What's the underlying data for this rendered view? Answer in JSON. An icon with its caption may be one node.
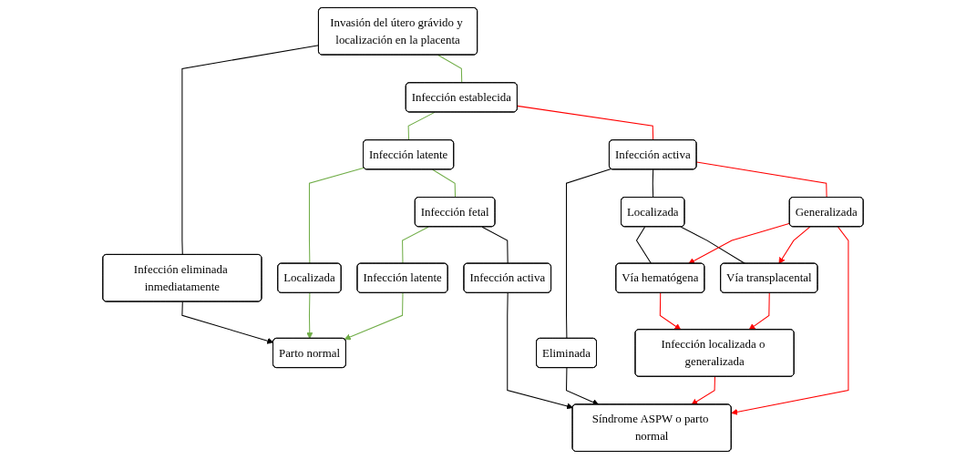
{
  "diagram": {
    "nodes": [
      {
        "text": [
          "Invasión del útero grávido y localización en la placenta"
        ]
      },
      {
        "text": [
          "Infección eliminada inmediatamente"
        ]
      },
      {
        "text": [
          "Infección establecida"
        ]
      },
      {
        "text": [
          "Infección latente"
        ]
      },
      {
        "text": [
          "Infección activa"
        ]
      },
      {
        "text": [
          "Localizada"
        ]
      },
      {
        "text": [
          "Infección fetal"
        ]
      },
      {
        "text": [
          "Eliminada"
        ]
      },
      {
        "text": [
          "Localizada"
        ]
      },
      {
        "text": [
          "Generalizada"
        ]
      },
      {
        "text": [
          "Infección latente"
        ]
      },
      {
        "text": [
          "Infección activa"
        ]
      },
      {
        "text": [
          "Vía hematógena"
        ]
      },
      {
        "text": [
          "Vía transplacental"
        ]
      },
      {
        "text": [
          "Infección localizada o generalizada"
        ]
      },
      {
        "text": [
          "Parto normal"
        ]
      },
      {
        "text": [
          "Síndrome ASPW o parto normal"
        ]
      }
    ],
    "edges": [
      {
        "from": 0,
        "to": 1,
        "arrow": "none"
      },
      {
        "from": 0,
        "to": 2,
        "arrow": "none",
        "color": "#70ad47"
      },
      {
        "from": 2,
        "to": 3,
        "arrow": "none",
        "color": "#70ad47"
      },
      {
        "from": 2,
        "to": 4,
        "arrow": "none",
        "color": "#ff0000"
      },
      {
        "from": 3,
        "to": 5,
        "arrow": "none",
        "color": "#70ad47"
      },
      {
        "from": 3,
        "to": 6,
        "arrow": "none",
        "color": "#70ad47"
      },
      {
        "from": 4,
        "to": 7,
        "arrow": "none"
      },
      {
        "from": 4,
        "to": 8,
        "arrow": "none"
      },
      {
        "from": 4,
        "to": 9,
        "arrow": "none",
        "color": "#ff0000"
      },
      {
        "from": 6,
        "to": 10,
        "arrow": "none",
        "color": "#70ad47"
      },
      {
        "from": 6,
        "to": 11,
        "arrow": "none"
      },
      {
        "from": 8,
        "to": 12,
        "arrow": "none"
      },
      {
        "from": 8,
        "to": 13,
        "arrow": "none"
      },
      {
        "from": 9,
        "to": 12,
        "arrow": "to",
        "color": "#ff0000"
      },
      {
        "from": 9,
        "to": 13,
        "arrow": "to",
        "color": "#ff0000"
      },
      {
        "from": 12,
        "to": 14,
        "arrow": "to",
        "color": "#ff0000"
      },
      {
        "from": 13,
        "to": 14,
        "arrow": "to",
        "color": "#ff0000"
      },
      {
        "from": 1,
        "to": 15,
        "arrow": "to"
      },
      {
        "from": 5,
        "to": 15,
        "arrow": "to",
        "color": "#70ad47"
      },
      {
        "from": 10,
        "to": 15,
        "arrow": "to",
        "color": "#70ad47"
      },
      {
        "from": 11,
        "to": 16,
        "arrow": "to"
      },
      {
        "from": 7,
        "to": 16,
        "arrow": "to"
      },
      {
        "from": 14,
        "to": 16,
        "arrow": "to",
        "color": "#ff0000"
      },
      {
        "from": 9,
        "to": 16,
        "arrow": "to",
        "color": "#ff0000"
      }
    ]
  }
}
